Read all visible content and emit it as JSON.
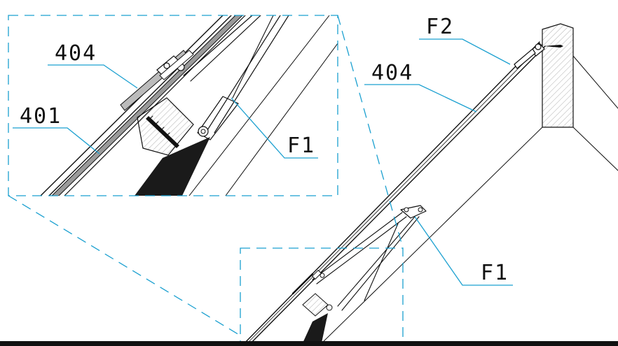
{
  "colors": {
    "accent": "#1ba0d0",
    "line": "#111111",
    "wood_fill": "#ededed",
    "wood_hatch": "#888888",
    "bar_fill": "#9a9a9a",
    "seal": "#1a1a1a"
  },
  "labels": {
    "detail_404": "404",
    "detail_401": "401",
    "detail_f1": "F1",
    "main_f2": "F2",
    "main_404": "404",
    "main_f1": "F1"
  }
}
